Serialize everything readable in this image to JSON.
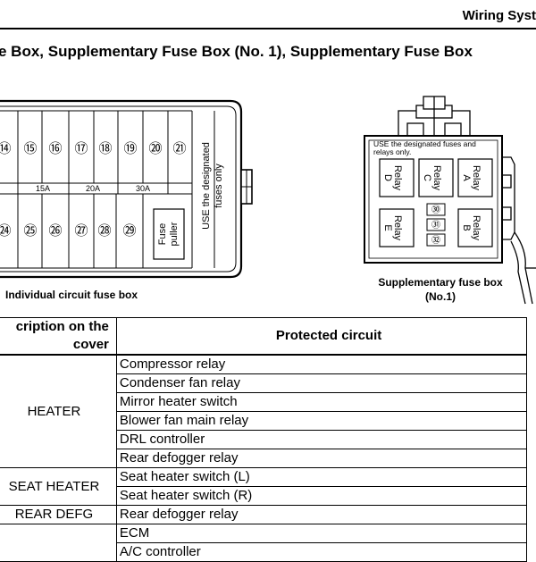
{
  "header": {
    "title": "Wiring Syst"
  },
  "section_title": "e Box, Supplementary Fuse Box (No. 1), Supplementary Fuse Box",
  "fuse_box": {
    "top_numbers": [
      "⑭",
      "⑮",
      "⑯",
      "⑰",
      "⑱",
      "⑲",
      "⑳",
      "㉑"
    ],
    "bottom_numbers": [
      "㉔",
      "㉕",
      "㉖",
      "㉗",
      "㉘",
      "㉙"
    ],
    "ratings": [
      "15A",
      "20A",
      "30A"
    ],
    "fuse_puller_label": [
      "Fuse",
      "puller"
    ],
    "note": [
      "USE the designated",
      "fuses only"
    ],
    "caption": "Individual circuit fuse box"
  },
  "supp_box": {
    "note": [
      "USE the designated fuses and",
      "relays only."
    ],
    "relays": [
      {
        "line1": "Relay",
        "line2": "D"
      },
      {
        "line1": "Relay",
        "line2": "C"
      },
      {
        "line1": "Relay",
        "line2": "A"
      },
      {
        "line1": "Relay",
        "line2": "E"
      },
      {
        "line1": "Relay",
        "line2": "B"
      }
    ],
    "fuse_numbers": [
      "㉚",
      "㉛",
      "㉜"
    ],
    "caption": "Supplementary fuse box (No.1)"
  },
  "table": {
    "headers": [
      "cription on the cover",
      "Protected circuit"
    ],
    "groups": [
      {
        "description": "HEATER",
        "circuits": [
          "Compressor relay",
          "Condenser fan relay",
          "Mirror heater switch",
          "Blower fan main relay",
          "DRL controller",
          "Rear defogger relay"
        ]
      },
      {
        "description": "SEAT HEATER",
        "circuits": [
          "Seat heater switch (L)",
          "Seat heater switch (R)"
        ]
      },
      {
        "description": "REAR DEFG",
        "circuits": [
          "Rear defogger relay"
        ]
      },
      {
        "description": "",
        "circuits": [
          "ECM",
          "A/C controller"
        ]
      }
    ]
  }
}
